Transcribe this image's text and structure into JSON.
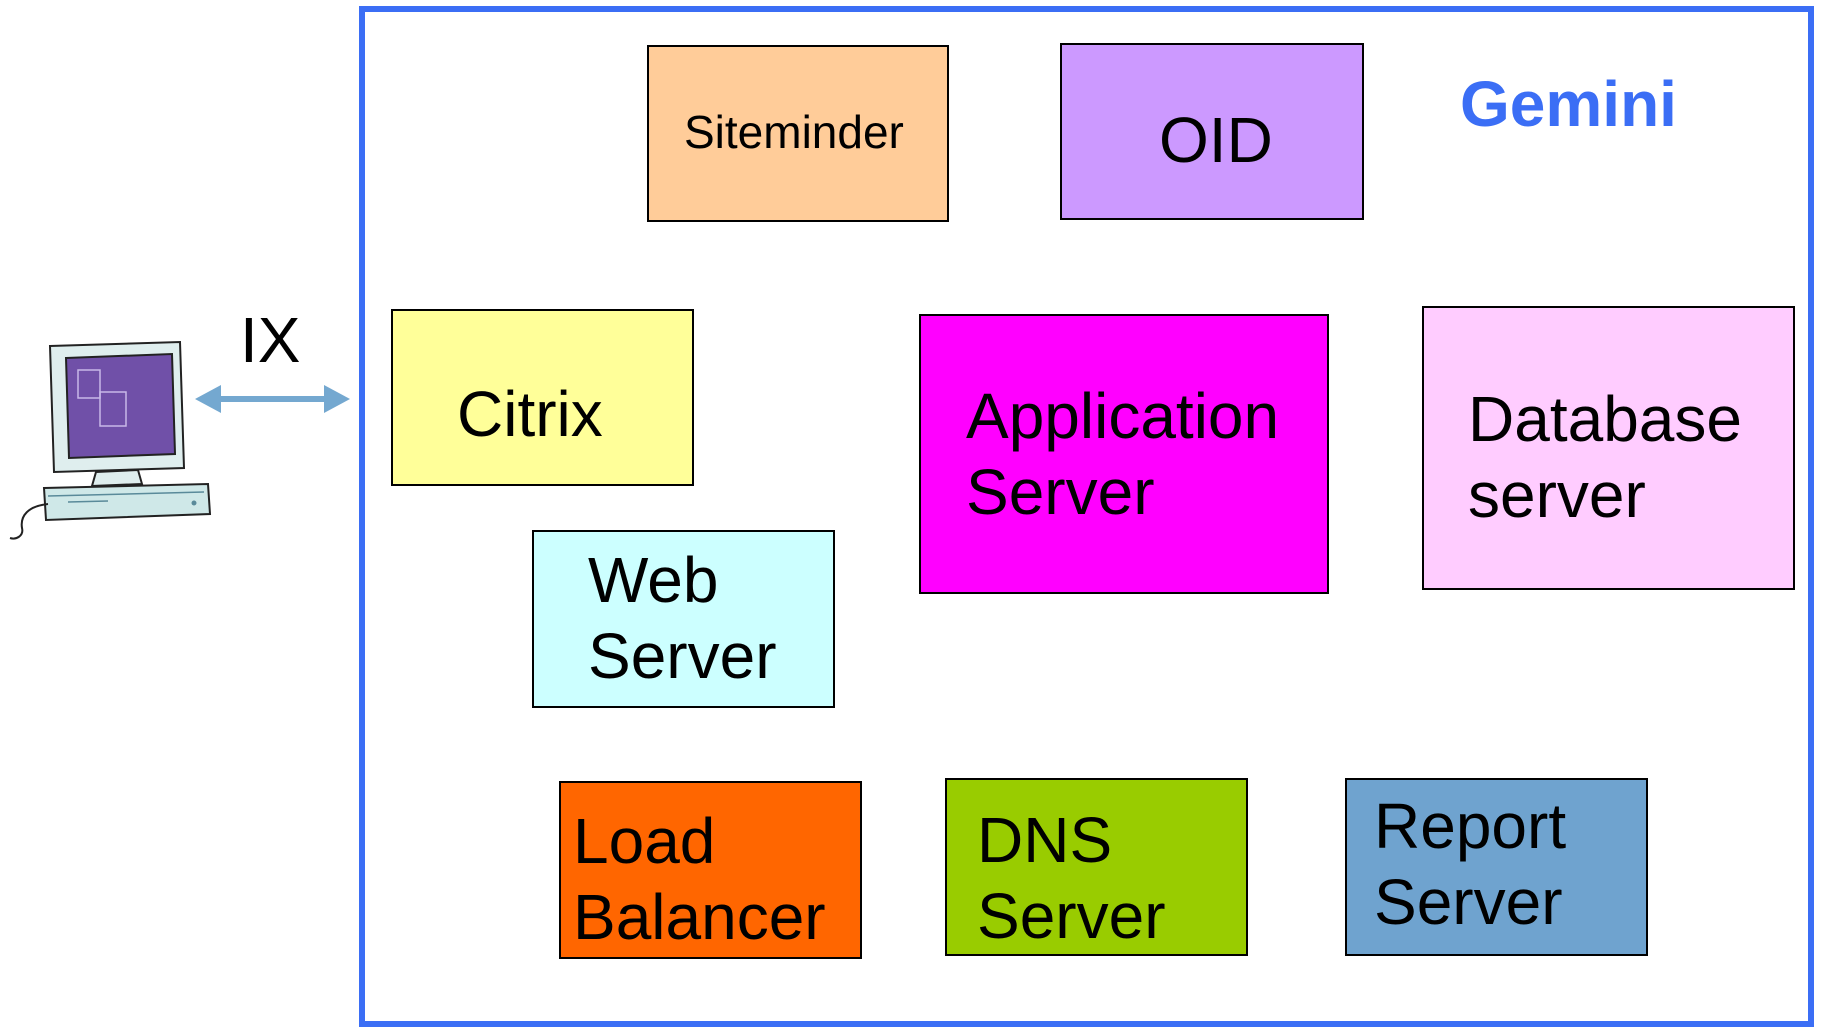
{
  "system": {
    "title": "Gemini",
    "frame_color": "#3b6ef5"
  },
  "client": {
    "icon": "desktop-computer-icon",
    "link_label": "IX",
    "link_color": "#74a8d0"
  },
  "components": [
    {
      "id": "siteminder",
      "label": "Siteminder",
      "color": "#ffcc99"
    },
    {
      "id": "oid",
      "label": "OID",
      "color": "#cc99ff"
    },
    {
      "id": "citrix",
      "label": "Citrix",
      "color": "#ffff99"
    },
    {
      "id": "application-server",
      "label": "Application\nServer",
      "color": "#ff00ff"
    },
    {
      "id": "database-server",
      "label": "Database\nserver",
      "color": "#ffccff"
    },
    {
      "id": "web-server",
      "label": "Web\nServer",
      "color": "#ccffff"
    },
    {
      "id": "load-balancer",
      "label": "Load\nBalancer",
      "color": "#ff6600"
    },
    {
      "id": "dns-server",
      "label": "DNS\nServer",
      "color": "#99cc00"
    },
    {
      "id": "report-server",
      "label": "Report\nServer",
      "color": "#6fa3cf"
    }
  ]
}
